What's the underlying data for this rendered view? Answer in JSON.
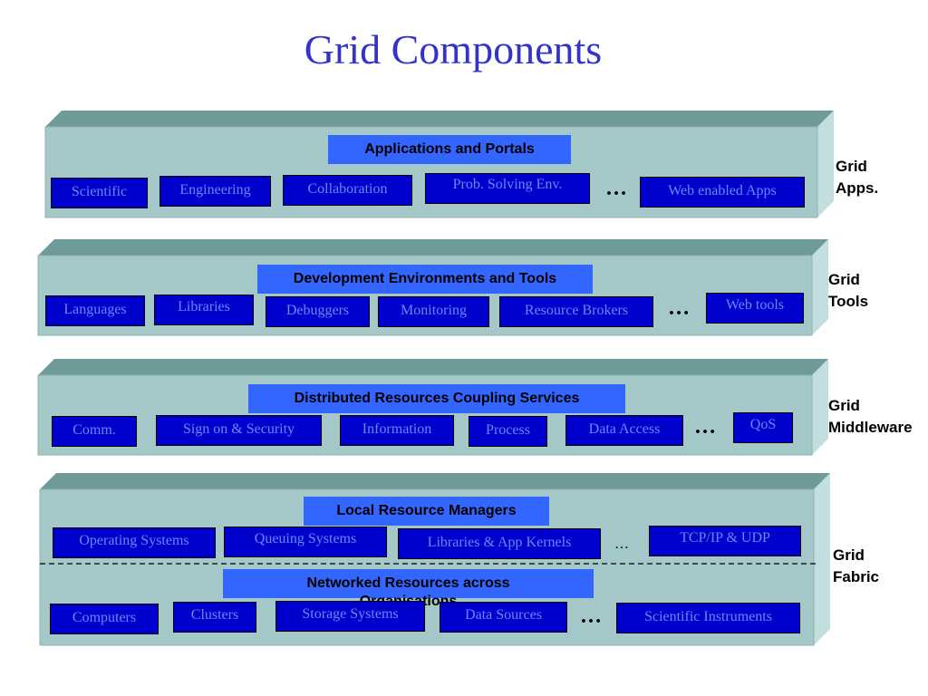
{
  "title": "Grid Components",
  "colors": {
    "slab_front": "#a4c8c8",
    "slab_top": "#6f9a9a",
    "slab_side": "#c2dede",
    "header_fill": "#3366ff",
    "box_fill": "#0000cc",
    "box_text": "#6688ff",
    "title_color": "#3333cc"
  },
  "layers": [
    {
      "header": "Applications and Portals",
      "label": [
        "Grid",
        "Apps."
      ],
      "items": [
        "Scientific",
        "Engineering",
        "Collaboration",
        "Prob. Solving Env.",
        "Web enabled Apps"
      ],
      "ellipsis": "…"
    },
    {
      "header": "Development Environments and Tools",
      "label": [
        "Grid",
        "Tools"
      ],
      "items": [
        "Languages",
        "Libraries",
        "Debuggers",
        "Monitoring",
        "Resource Brokers",
        "Web tools"
      ],
      "ellipsis": "…"
    },
    {
      "header": "Distributed Resources Coupling Services",
      "label": [
        "Grid",
        "Middleware"
      ],
      "items": [
        "Comm.",
        "Sign on & Security",
        "Information",
        "Process",
        "Data Access",
        "QoS"
      ],
      "ellipsis": "…"
    },
    {
      "header": "Local Resource Managers",
      "header2": "Networked Resources across Organisations",
      "label": [
        "Grid",
        "Fabric"
      ],
      "items": [
        "Operating Systems",
        "Queuing Systems",
        "Libraries & App Kernels",
        "TCP/IP & UDP"
      ],
      "items2": [
        "Computers",
        "Clusters",
        "Storage Systems",
        "Data Sources",
        "Scientific Instruments"
      ],
      "ellipsis": "…",
      "ellipsis_small": "…"
    }
  ]
}
